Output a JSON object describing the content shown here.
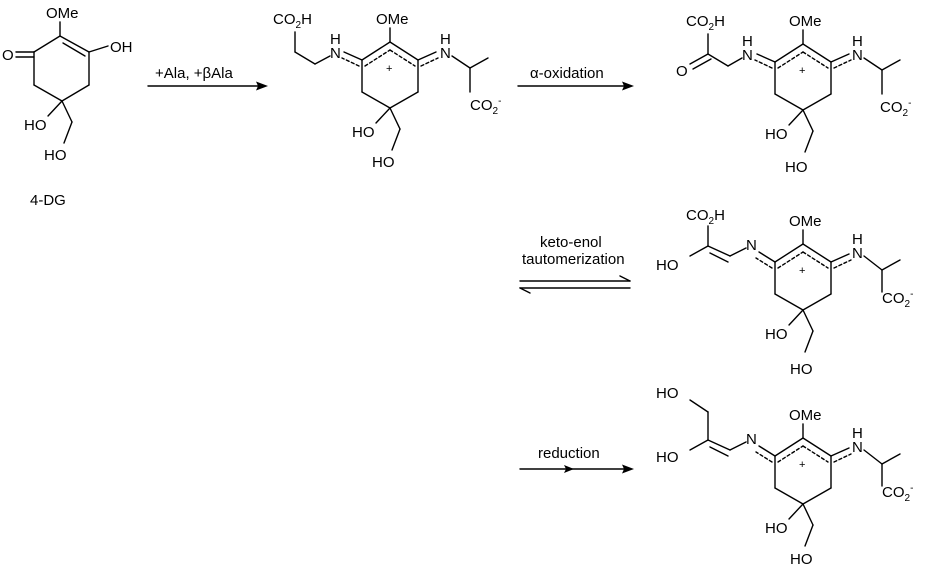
{
  "compound_label": "4-DG",
  "arrows": [
    {
      "label": "+Ala, +βAla"
    },
    {
      "label": "α-oxidation"
    },
    {
      "label_line1": "keto-enol",
      "label_line2": "tautomerization"
    },
    {
      "label": "reduction"
    }
  ],
  "atoms": {
    "ome": "OMe",
    "oh": "OH",
    "ho": "HO",
    "o": "O",
    "n": "N",
    "h": "H",
    "co2h_main": "CO",
    "co2h_sub": "2",
    "co2h_h": "H",
    "co2m_main": "CO",
    "co2m_sub": "2",
    "co2m_charge": "-",
    "plus": "+"
  }
}
